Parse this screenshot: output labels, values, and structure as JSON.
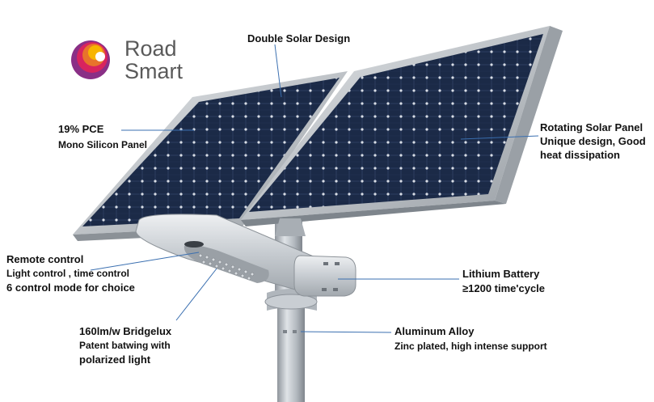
{
  "logo": {
    "line1": "Road",
    "line2": "Smart",
    "colors": [
      "#f7b500",
      "#e8742b",
      "#d8245e",
      "#8a2f86"
    ]
  },
  "callouts": {
    "double_solar": "Double Solar Design",
    "pce_title": "19% PCE",
    "pce_sub": "Mono Silicon Panel",
    "rotating_line1": "Rotating Solar Panel",
    "rotating_line2": "Unique design, Good",
    "rotating_line3": "heat dissipation",
    "remote_title": "Remote control",
    "remote_line2": "Light control , time control",
    "remote_line3": "6 control mode for choice",
    "battery_title": "Lithium Battery",
    "battery_sub": "≥1200 time'cycle",
    "led_title": "160lm/w Bridgelux",
    "led_line2": "Patent batwing with",
    "led_line3": "polarized light",
    "alloy_title": "Aluminum Alloy",
    "alloy_sub": "Zinc plated, high intense support"
  },
  "colors": {
    "leader_line": "#3a6fb0",
    "panel_cell": "#152038",
    "panel_frame": "#c9cdd2",
    "pole": "#b9bec4"
  }
}
